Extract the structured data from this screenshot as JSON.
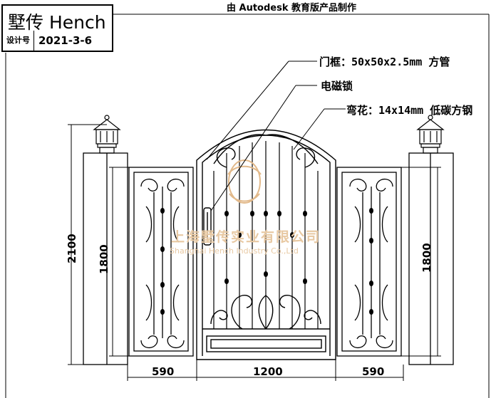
{
  "title": "墅传 Hench",
  "design_no_label": "设计号",
  "date": "2021-3-6",
  "banner": "由 Autodesk 教育版产品制作",
  "callouts": {
    "frame": "门框：50x50x2.5mm 方管",
    "lock": "电磁锁",
    "scroll": "弯花：14x14mm 低碳方钢"
  },
  "dimensions": {
    "overall_height": "2100",
    "left_panel_height": "1800",
    "right_panel_height": "1800",
    "left_width": "590",
    "center_width": "1200",
    "right_width": "590"
  },
  "watermark": {
    "cn": "上海墅传实业有限公司",
    "en": "Shanghai Hench Industry Co.,Ltd"
  },
  "colors": {
    "line": "#000000",
    "watermark": "#e8c9a3"
  }
}
